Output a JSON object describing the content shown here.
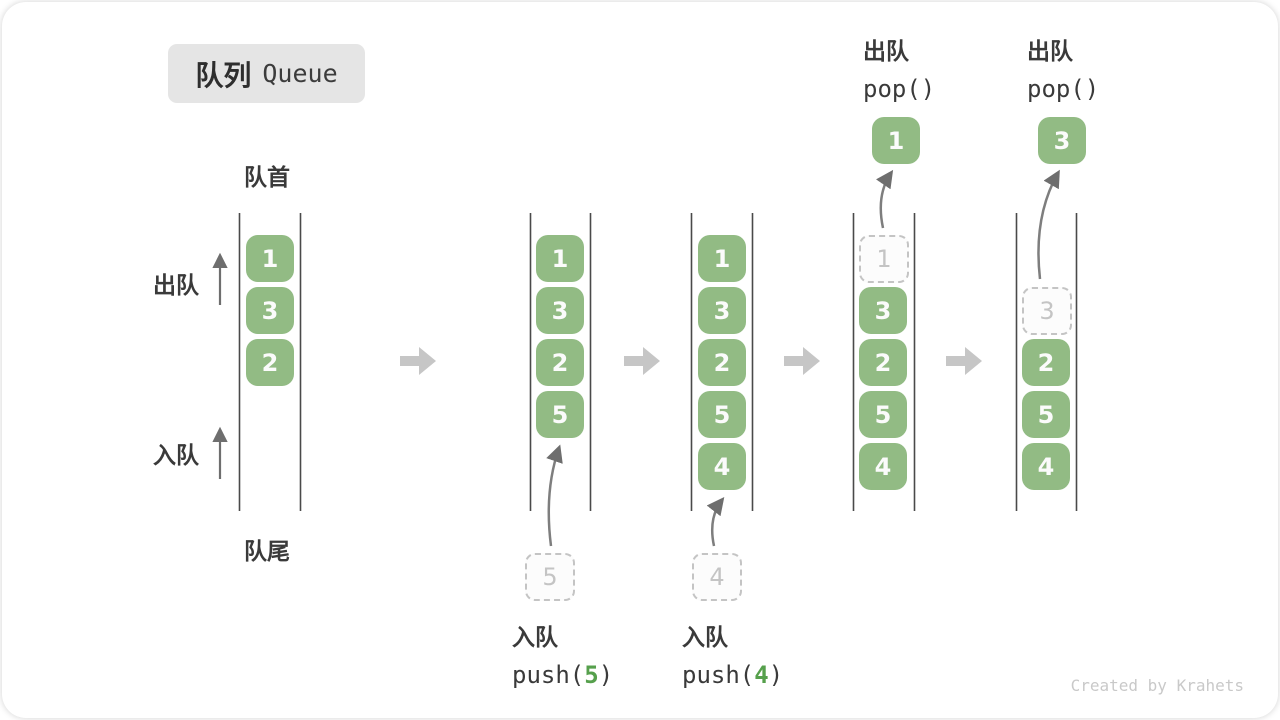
{
  "badge": {
    "zh": "队列",
    "en": "Queue"
  },
  "side_labels": {
    "front": "队首",
    "rear": "队尾",
    "dequeue": "出队",
    "enqueue": "入队"
  },
  "states": [
    {
      "slots": [
        "1",
        "3",
        "2"
      ]
    },
    {
      "slots": [
        "1",
        "3",
        "2",
        "5"
      ],
      "pending": "5"
    },
    {
      "slots": [
        "1",
        "3",
        "2",
        "5",
        "4"
      ],
      "pending": "4"
    },
    {
      "slots": [
        "3",
        "2",
        "5",
        "4"
      ],
      "ghost": "1",
      "popped": "1"
    },
    {
      "slots": [
        "2",
        "5",
        "4"
      ],
      "ghost": "3",
      "popped": "3"
    }
  ],
  "operations": {
    "push5": {
      "label": "入队",
      "fn": "push(",
      "arg": "5",
      "close": ")"
    },
    "push4": {
      "label": "入队",
      "fn": "push(",
      "arg": "4",
      "close": ")"
    },
    "pop1": {
      "label": "出队",
      "code": "pop()"
    },
    "pop2": {
      "label": "出队",
      "code": "pop()"
    }
  },
  "watermark": "Created by Krahets",
  "colors": {
    "green": "#92BB84",
    "boxtext": "#FBFBFB",
    "dark": "#3A3A3A",
    "codegreen": "#56A04C",
    "blockgray": "#C6C6C6",
    "curvegray": "#7E7E7E",
    "linegray": "#4A4A4A",
    "ghostgray": "#C4C4C4",
    "badgebg": "#E5E5E5",
    "watermark": "#C9C9C9"
  }
}
